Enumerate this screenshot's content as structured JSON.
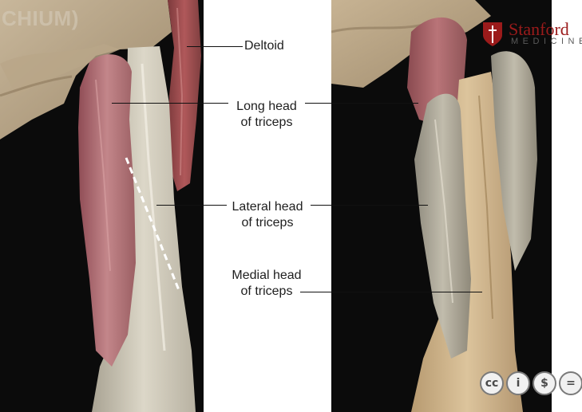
{
  "watermark_text": "CHIUM)",
  "logo": {
    "word": "Stanford",
    "sub": "MEDICINE",
    "brand_color": "#9b1b1b"
  },
  "labels": {
    "deltoid": "Deltoid",
    "long_head_1": "Long head",
    "long_head_2": "of triceps",
    "lateral_head_1": "Lateral head",
    "lateral_head_2": "of triceps",
    "medial_head_1": "Medial head",
    "medial_head_2": "of triceps"
  },
  "license_badges": [
    "cc",
    "i",
    "$",
    "="
  ],
  "colors": {
    "background": "#0b0b0b",
    "muscle": "#b86a6e",
    "tendon": "#ccc6b6",
    "bone": "#cdb58e"
  }
}
